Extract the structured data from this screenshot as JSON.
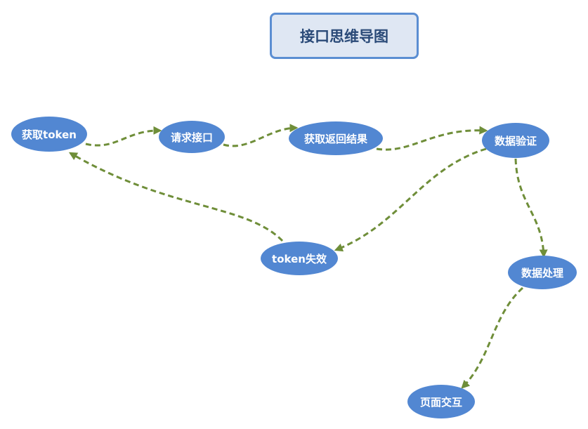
{
  "title": "接口思维导图",
  "nodes": {
    "get_token": "获取token",
    "request_api": "请求接口",
    "get_result": "获取返回结果",
    "data_validation": "数据验证",
    "token_expired": "token失效",
    "data_processing": "数据处理",
    "page_interaction": "页面交互"
  },
  "edges": [
    {
      "from": "get_token",
      "to": "request_api"
    },
    {
      "from": "request_api",
      "to": "get_result"
    },
    {
      "from": "get_result",
      "to": "data_validation"
    },
    {
      "from": "data_validation",
      "to": "token_expired"
    },
    {
      "from": "token_expired",
      "to": "get_token"
    },
    {
      "from": "data_validation",
      "to": "data_processing"
    },
    {
      "from": "data_processing",
      "to": "page_interaction"
    }
  ],
  "colors": {
    "node_fill": "#5287d2",
    "edge": "#6f8e39",
    "title_border": "#5b8ed2",
    "title_fill": "#dfe7f3",
    "title_text": "#2a4a78"
  }
}
